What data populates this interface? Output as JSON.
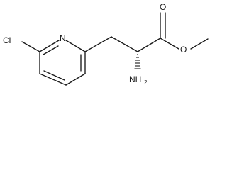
{
  "molecule": {
    "atom_labels": {
      "chlorine": "Cl",
      "ring_nitrogen": "N",
      "carbonyl_oxygen": "O",
      "ester_oxygen": "O",
      "amine_n": "NH",
      "amine_subscript": "2"
    }
  }
}
